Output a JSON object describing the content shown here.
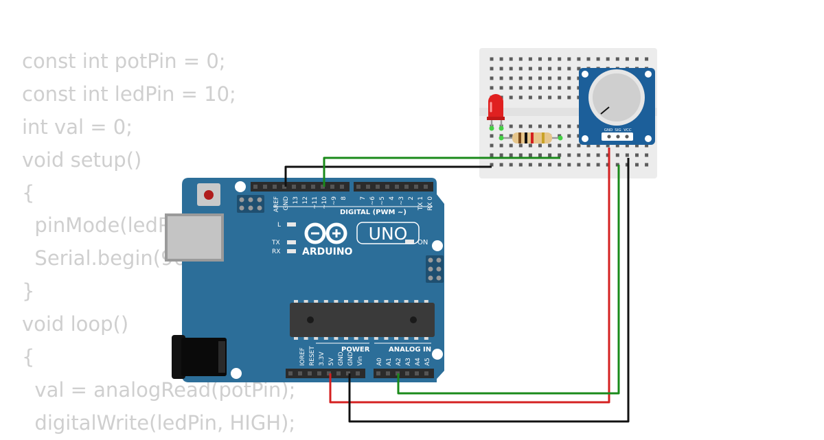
{
  "code": {
    "lines": [
      "const int potPin = 0;",
      "const int ledPin = 10;",
      "int val = 0;",
      "void setup()",
      "{",
      "  pinMode(ledPin, OUTPUT);",
      "  Serial.begin(9600);",
      "}",
      "void loop()",
      "{",
      "  val = analogRead(potPin);",
      "  digitalWrite(ledPin, HIGH);"
    ]
  },
  "board": {
    "name": "UNO",
    "brand": "ARDUINO",
    "digital_header_label": "DIGITAL (PWM ~)",
    "power_header_label": "POWER",
    "analog_header_label": "ANALOG IN",
    "led_l": "L",
    "led_tx": "TX",
    "led_rx": "RX",
    "led_on": "ON",
    "digital_pins": [
      "AREF",
      "GND",
      "13",
      "12",
      "~11",
      "~10",
      "~9",
      "8",
      "7",
      "~6",
      "~5",
      "4",
      "~3",
      "2",
      "TX 1",
      "RX 0"
    ],
    "power_pins": [
      "IOREF",
      "RESET",
      "3.3V",
      "5V",
      "GND",
      "GND",
      "Vin"
    ],
    "analog_pins": [
      "A0",
      "A1",
      "A2",
      "A3",
      "A4",
      "A5"
    ]
  },
  "potentiometer": {
    "pins": [
      "GND",
      "SIG",
      "VCC"
    ]
  },
  "colors": {
    "board": "#2c6e99",
    "wire_green": "#1a8a1a",
    "wire_red": "#d42020",
    "wire_black": "#111111",
    "pot_module": "#1c5f9a",
    "led": "#e02020",
    "breadboard": "#ececec"
  }
}
